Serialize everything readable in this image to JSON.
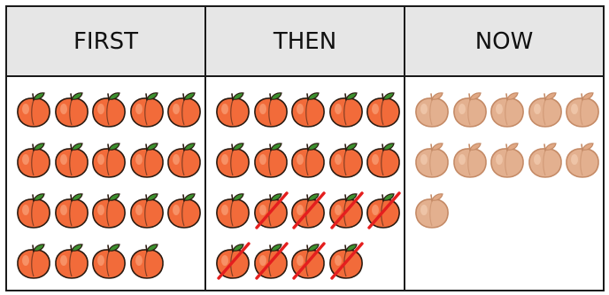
{
  "columns": [
    {
      "header": "FIRST",
      "count": 19,
      "crossed_out": 0,
      "style": "bright"
    },
    {
      "header": "THEN",
      "count": 19,
      "crossed_out": 8,
      "style": "bright"
    },
    {
      "header": "NOW",
      "count": 11,
      "crossed_out": 0,
      "style": "faded"
    }
  ],
  "colors": {
    "bright_fill": "#f26b3a",
    "bright_highlight": "#f79b72",
    "faded_fill": "#e3b08f",
    "faded_highlight": "#f0c9ad",
    "leaf": "#3c8f2e",
    "cross": "#e41e1e",
    "outline": "#2a1a10"
  }
}
